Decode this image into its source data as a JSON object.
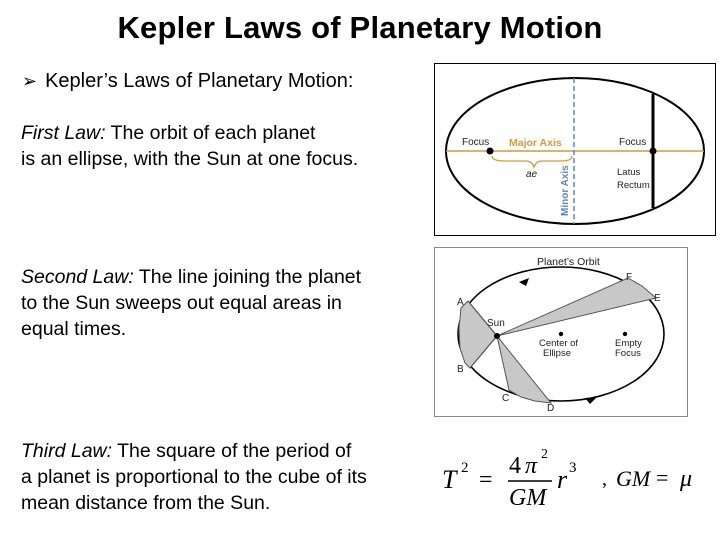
{
  "title": "Kepler Laws of Planetary Motion",
  "bullet": {
    "icon": "arrow-bullet-icon",
    "text": "Kepler’s Laws of Planetary Motion:"
  },
  "laws": [
    {
      "lead": "First Law:",
      "line1": " The orbit of each planet",
      "line2": "is an ellipse, with the Sun at one focus."
    },
    {
      "lead": "Second Law:",
      "line1": " The line joining the planet",
      "line2": "to the Sun sweeps out equal areas in",
      "line3": "equal times."
    },
    {
      "lead": "Third Law:",
      "line1": " The square of the period of",
      "line2": "a planet is proportional to the cube of its",
      "line3": "mean distance from the Sun."
    }
  ],
  "figure1": {
    "focus_left": "Focus",
    "major_axis": "Major Axis",
    "focus_right": "Focus",
    "ae": "ae",
    "minor_axis": "Minor Axis",
    "latus": "Latus",
    "rectum": "Rectum",
    "colors": {
      "major_axis": "#d29a3c",
      "minor_axis": "#5b86c5",
      "outline": "#000000"
    }
  },
  "figure2": {
    "orbit": "Planet’s Orbit",
    "sun": "Sun",
    "center1": "Center of",
    "center2": "Ellipse",
    "empty1": "Empty",
    "empty2": "Focus",
    "points": [
      "A",
      "B",
      "C",
      "D",
      "E",
      "F"
    ],
    "colors": {
      "area": "#c8c8c8"
    }
  },
  "formula": {
    "T": "T",
    "exp2": "2",
    "eq": "=",
    "num4": "4",
    "pi": "π",
    "den": "GM",
    "r": "r",
    "exp3": "3",
    "comma": ",",
    "gm": "GM",
    "eq2": "=",
    "mu": "μ"
  }
}
